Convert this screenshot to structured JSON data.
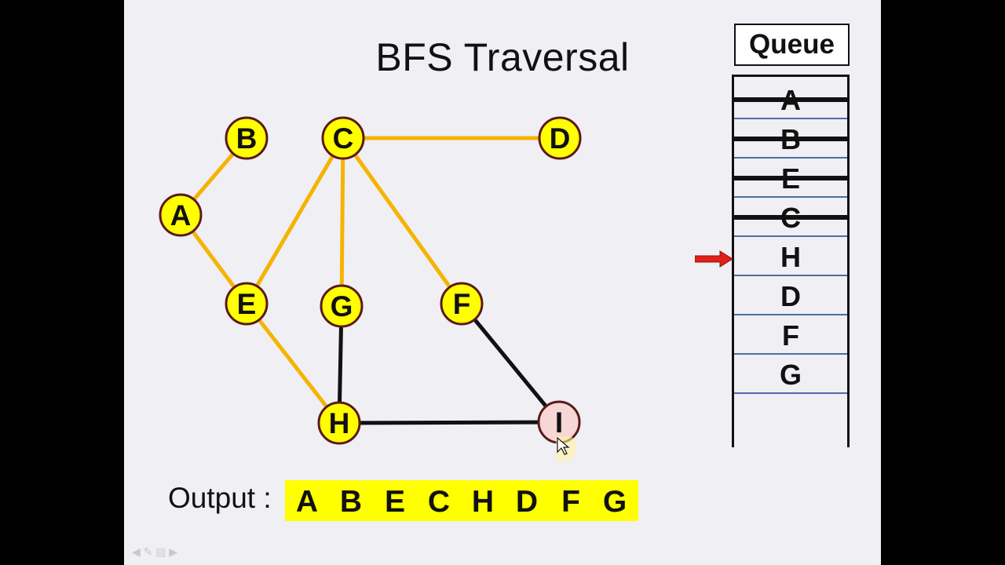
{
  "slide": {
    "title": "BFS Traversal"
  },
  "graph": {
    "nodes": [
      {
        "id": "A",
        "label": "A",
        "state": "visited"
      },
      {
        "id": "B",
        "label": "B",
        "state": "visited"
      },
      {
        "id": "C",
        "label": "C",
        "state": "visited"
      },
      {
        "id": "D",
        "label": "D",
        "state": "visited"
      },
      {
        "id": "E",
        "label": "E",
        "state": "visited"
      },
      {
        "id": "G",
        "label": "G",
        "state": "visited"
      },
      {
        "id": "F",
        "label": "F",
        "state": "visited"
      },
      {
        "id": "H",
        "label": "H",
        "state": "visited"
      },
      {
        "id": "I",
        "label": "I",
        "state": "highlighted"
      }
    ],
    "edges": [
      {
        "from": "A",
        "to": "B",
        "state": "traversed"
      },
      {
        "from": "A",
        "to": "E",
        "state": "traversed"
      },
      {
        "from": "C",
        "to": "D",
        "state": "traversed"
      },
      {
        "from": "C",
        "to": "E",
        "state": "traversed"
      },
      {
        "from": "C",
        "to": "G",
        "state": "traversed"
      },
      {
        "from": "C",
        "to": "F",
        "state": "traversed"
      },
      {
        "from": "E",
        "to": "H",
        "state": "traversed"
      },
      {
        "from": "G",
        "to": "H",
        "state": "untraversed"
      },
      {
        "from": "F",
        "to": "I",
        "state": "untraversed"
      },
      {
        "from": "H",
        "to": "I",
        "state": "untraversed"
      }
    ],
    "colors": {
      "node_visited": "#ffff00",
      "node_highlighted": "#f7d6d6",
      "node_border": "#5a1a1a",
      "edge_traversed": "#f4b400",
      "edge_untraversed": "#111111"
    }
  },
  "queue": {
    "header": "Queue",
    "items": [
      {
        "label": "A",
        "dequeued": true
      },
      {
        "label": "B",
        "dequeued": true
      },
      {
        "label": "E",
        "dequeued": true
      },
      {
        "label": "C",
        "dequeued": true
      },
      {
        "label": "H",
        "dequeued": false,
        "current": true
      },
      {
        "label": "D",
        "dequeued": false
      },
      {
        "label": "F",
        "dequeued": false
      },
      {
        "label": "G",
        "dequeued": false
      }
    ],
    "pointer_color": "#e0201a"
  },
  "output": {
    "label": "Output :",
    "items": [
      "A",
      "B",
      "E",
      "C",
      "H",
      "D",
      "F",
      "G"
    ],
    "highlight_color": "#ffff00"
  }
}
